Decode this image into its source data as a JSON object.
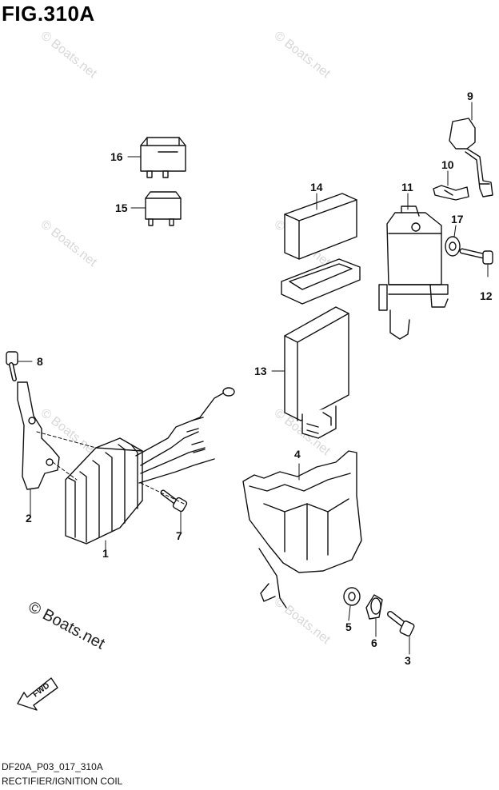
{
  "figure": {
    "title": "FIG.310A",
    "code": "DF20A_P03_017_310A",
    "name": "RECTIFIER/IGNITION COIL"
  },
  "watermark": {
    "text": "© Boats.net",
    "copyright_text": "© Boats.net"
  },
  "direction_label": "FWD",
  "callouts": [
    "1",
    "2",
    "3",
    "4",
    "5",
    "6",
    "7",
    "8",
    "9",
    "10",
    "11",
    "12",
    "13",
    "14",
    "15",
    "16",
    "17"
  ],
  "colors": {
    "line": "#111111",
    "watermark": "#d8d8d8"
  }
}
